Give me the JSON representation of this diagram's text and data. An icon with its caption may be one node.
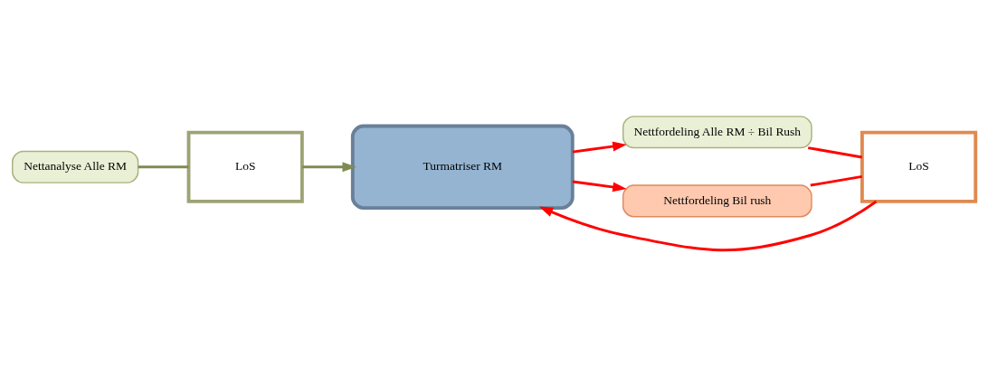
{
  "diagram": {
    "nodes": [
      {
        "text": [
          "Nettanalyse Alle RM"
        ]
      },
      {
        "text": [
          "LoS"
        ]
      },
      {
        "text": [
          "Turmatriser RM"
        ]
      },
      {
        "text": [
          "Nettfordeling Alle RM ÷ Bil Rush"
        ]
      },
      {
        "text": [
          "Nettfordeling Bil rush"
        ]
      },
      {
        "text": [
          "LoS"
        ]
      }
    ],
    "edges": [
      {
        "from": 0,
        "to": 1,
        "arrow": "none",
        "color": "#7f8b52"
      },
      {
        "from": 1,
        "to": 2,
        "arrow": "to",
        "color": "#7f8b52"
      },
      {
        "from": 2,
        "to": 3,
        "arrow": "to"
      },
      {
        "from": 2,
        "to": 4,
        "arrow": "to"
      },
      {
        "from": 3,
        "to": 5,
        "arrow": "none"
      },
      {
        "from": 4,
        "to": 5,
        "arrow": "none"
      },
      {
        "from": 5,
        "to": 2,
        "arrow": "to"
      }
    ]
  }
}
